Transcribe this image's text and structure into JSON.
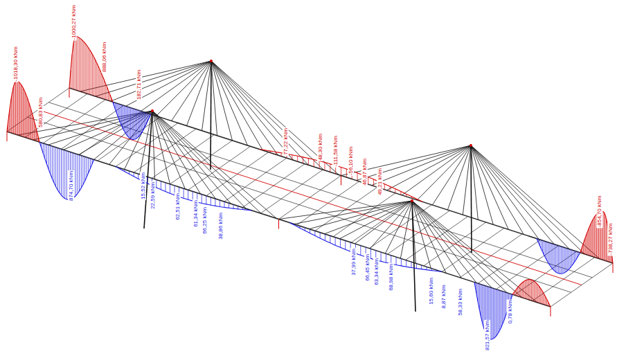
{
  "diagram": {
    "labels": [
      "-1018,30 kNm",
      "580,83 kNm",
      "-1000,27 kNm",
      "888,06 kNm",
      "182,71 kNm",
      "77,22 kNm",
      "48,30 kNm",
      "-111,58 kNm",
      "-56,10 kNm",
      "46,87 kNm",
      "49,21 kNm",
      "-854,70 kNm",
      "-738,27 kNm",
      "874,70 kNm",
      "15,52 kNm",
      "22,59 kNm",
      "62,51 kNm",
      "61,34 kNm",
      "66,25 kNm",
      "38,86 kNm",
      "37,99 kNm",
      "66,45 kNm",
      "63,34 kNm",
      "68,98 kNm",
      "15,60 kNm",
      "8,87 kNm",
      "58,33 kNm",
      "821,57 kNm",
      "0,78 kNm"
    ]
  }
}
